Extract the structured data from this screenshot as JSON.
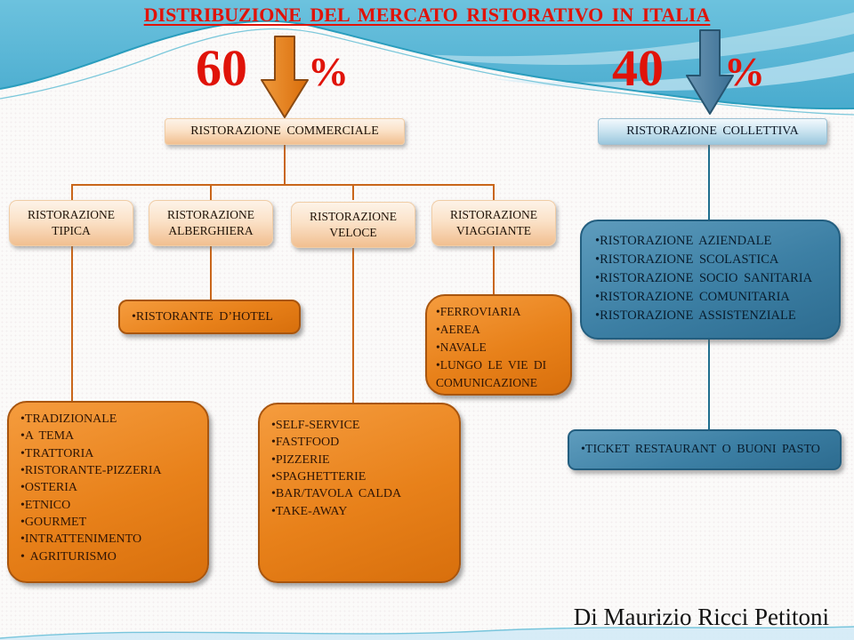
{
  "title": "DISTRIBUZIONE DEL MERCATO  RISTORATIVO IN ITALIA",
  "attribution": "Di Maurizio Ricci Petitoni",
  "colors": {
    "title_red": "#e01309",
    "orange_arrow": "#e8811a",
    "blue_arrow": "#4a7da0",
    "orange_connector": "#c9661a",
    "blue_connector": "#1f6e8e",
    "orange_box": "#e8811a",
    "blue_box": "#3c7fa4",
    "peach_box": "#f1bf90",
    "collettiva_box": "#9bc7dd"
  },
  "commercial": {
    "percent": "60",
    "percent_sign": "%",
    "root_label": "RISTORAZIONE  COMMERCIALE",
    "children": {
      "tipica": {
        "line1": "RISTORAZIONE",
        "line2": "TIPICA"
      },
      "alberghiera": {
        "line1": "RISTORAZIONE",
        "line2": "ALBERGHIERA"
      },
      "veloce": {
        "line1": "RISTORAZIONE",
        "line2": "VELOCE"
      },
      "viaggiante": {
        "line1": "RISTORAZIONE",
        "line2": "VIAGGIANTE"
      }
    },
    "hotel_box_label": "•RISTORANTE  D’HOTEL",
    "tipica_detail": {
      "items": [
        "•TRADIZIONALE",
        "•A TEMA",
        "•TRATTORIA",
        "•RISTORANTE-PIZZERIA",
        "•OSTERIA",
        "•ETNICO",
        "•GOURMET",
        "•INTRATTENIMENTO",
        "• AGRITURISMO"
      ]
    },
    "veloce_detail": {
      "items": [
        "•SELF-SERVICE",
        "•FASTFOOD",
        "•PIZZERIE",
        "•SPAGHETTERIE",
        "•BAR/TAVOLA  CALDA",
        "•TAKE-AWAY"
      ]
    },
    "viaggiante_detail": {
      "items": [
        "•FERROVIARIA",
        "•AEREA",
        "•NAVALE",
        "•LUNGO LE VIE DI",
        "COMUNICAZIONE"
      ]
    }
  },
  "collective": {
    "percent": "40",
    "percent_sign": "%",
    "root_label": "RISTORAZIONE  COLLETTIVA",
    "detail": {
      "items": [
        "•RISTORAZIONE  AZIENDALE",
        "•RISTORAZIONE  SCOLASTICA",
        "•RISTORAZIONE  SOCIO SANITARIA",
        "•RISTORAZIONE  COMUNITARIA",
        "•RISTORAZIONE  ASSISTENZIALE"
      ]
    },
    "ticket_label": "•TICKET  RESTAURANT  O BUONI PASTO"
  }
}
